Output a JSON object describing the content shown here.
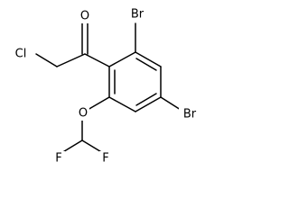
{
  "molecule": {
    "atom_labels": {
      "oxygen_carbonyl": "O",
      "chlorine": "Cl",
      "bromine_top": "Br",
      "bromine_right": "Br",
      "oxygen_ether": "O",
      "fluorine_left": "F",
      "fluorine_right": "F"
    },
    "colors": {
      "bond": "#000000",
      "text": "#000000",
      "background": "#ffffff"
    }
  }
}
